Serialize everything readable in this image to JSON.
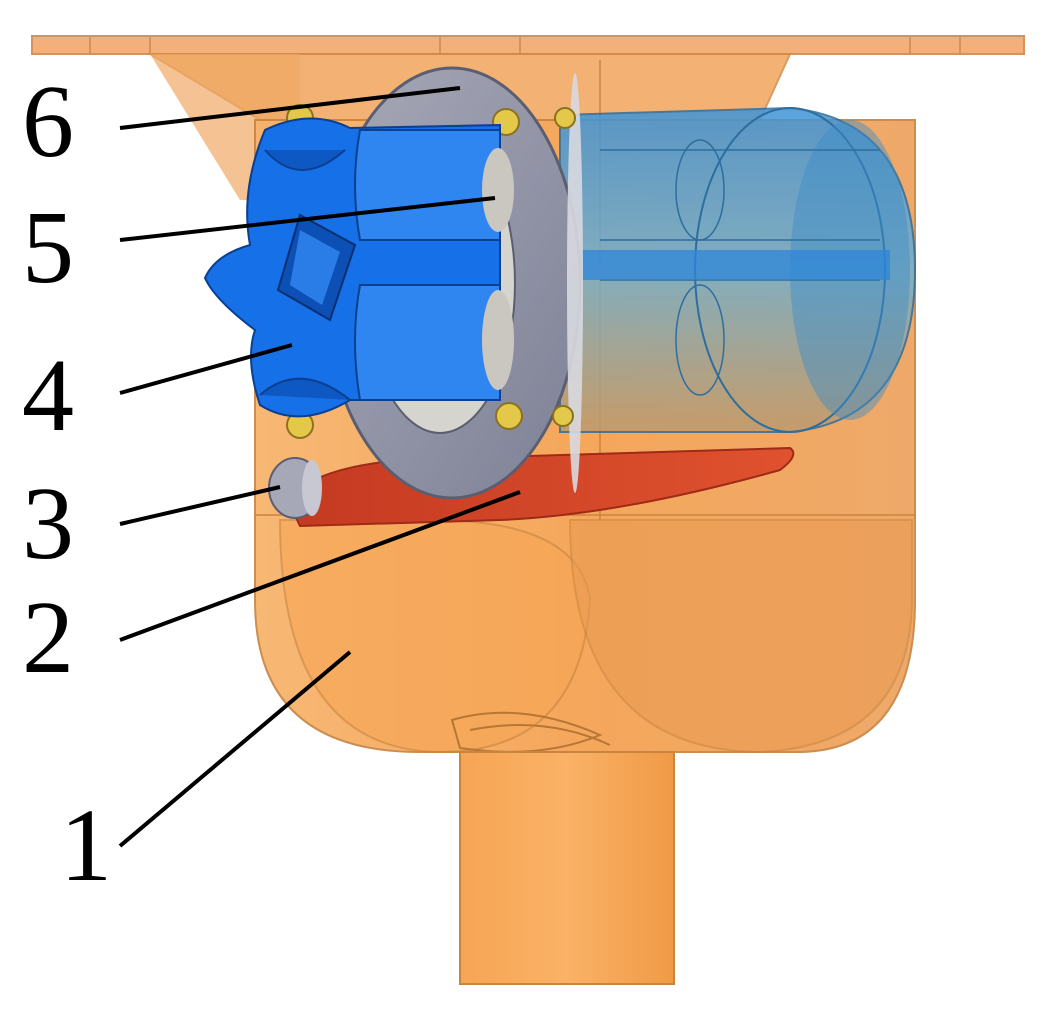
{
  "callouts": [
    {
      "label": "6"
    },
    {
      "label": "5"
    },
    {
      "label": "4"
    },
    {
      "label": "3"
    },
    {
      "label": "2"
    },
    {
      "label": "1"
    }
  ],
  "colors": {
    "housing": "#F5A04E",
    "housing_dark": "#D98A3E",
    "flange": "#F4B07A",
    "rotor_blue": "#1670E8",
    "rotor_dark": "#0C4FB5",
    "cylinder_blue": "#4A9AD8",
    "ring_gray": "#8C8FA3",
    "scraper_red": "#D9452A",
    "screw_yellow": "#E4C84A",
    "leader_line": "#000000"
  }
}
